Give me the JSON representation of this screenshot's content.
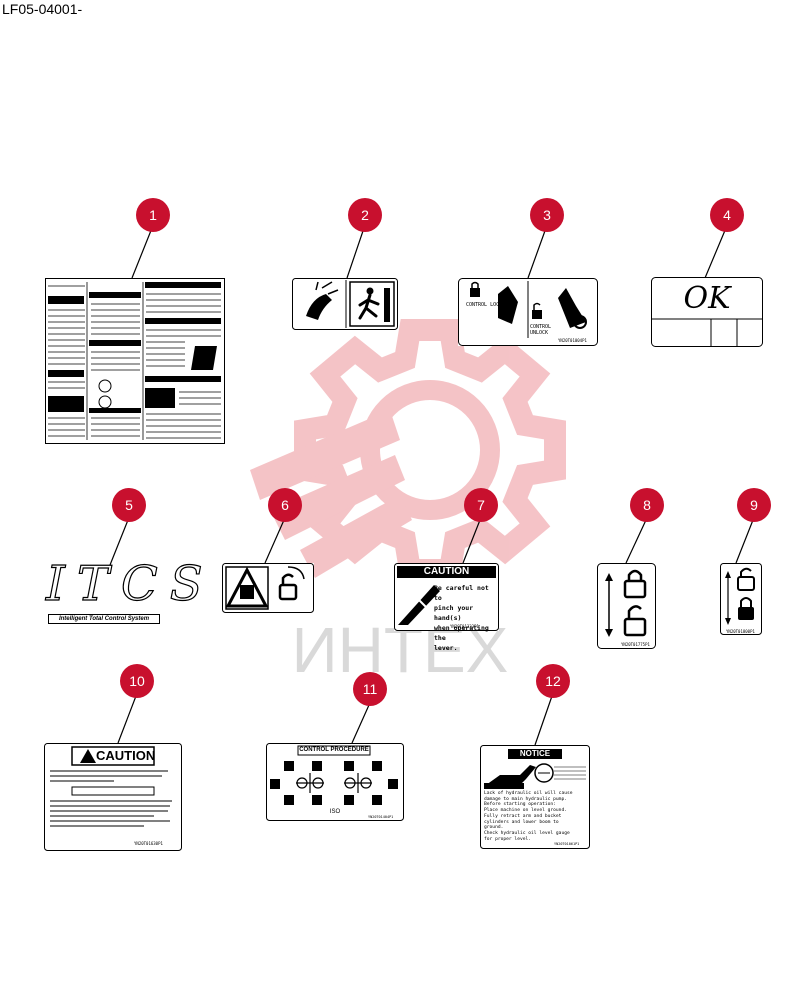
{
  "doc_id": "LF05-04001-",
  "watermark_text": "ИНТЕХ",
  "colors": {
    "callout": "#c8102e",
    "watermark": "#f3b9bd"
  },
  "callouts": [
    "1",
    "2",
    "3",
    "4",
    "5",
    "6",
    "7",
    "8",
    "9",
    "10",
    "11",
    "12"
  ],
  "decals": {
    "d3": {
      "lock": "CONTROL LOCK",
      "unlock": "CONTROL UNLOCK",
      "code": "YN20T01004P1"
    },
    "d4": {
      "text": "OK"
    },
    "d5": {
      "letters": "ITCS",
      "subtitle": "Intelligent Total Control System"
    },
    "d7": {
      "header": "CAUTION",
      "l1": "Be careful not to",
      "l2": "pinch your hand(s)",
      "l3": "when operating the",
      "l4": "lever.",
      "code": "YN20T01333P1"
    },
    "d8": {
      "code": "YN20T01775P1"
    },
    "d9": {
      "code": "YN20T01800P1"
    },
    "d10": {
      "header": "CAUTION",
      "code": "YN20T01630P1"
    },
    "d11": {
      "header": "CONTROL PROCEDURE",
      "iso": "ISO",
      "code": "YN20T01404P1"
    },
    "d12": {
      "header": "NOTICE",
      "l1": "Lack of hydraulic oil will cause",
      "l2": "damage to main hydraulic pump.",
      "l3": "Before starting operation:",
      "l4": "Place machine on level ground.",
      "l5": "Fully retract arm and bucket",
      "l6": "cylinders and lower boom to",
      "l7": "ground.",
      "l8": "Check hydraulic oil level gauge",
      "l9": "for proper level.",
      "code": "YN20T01061P1"
    }
  }
}
